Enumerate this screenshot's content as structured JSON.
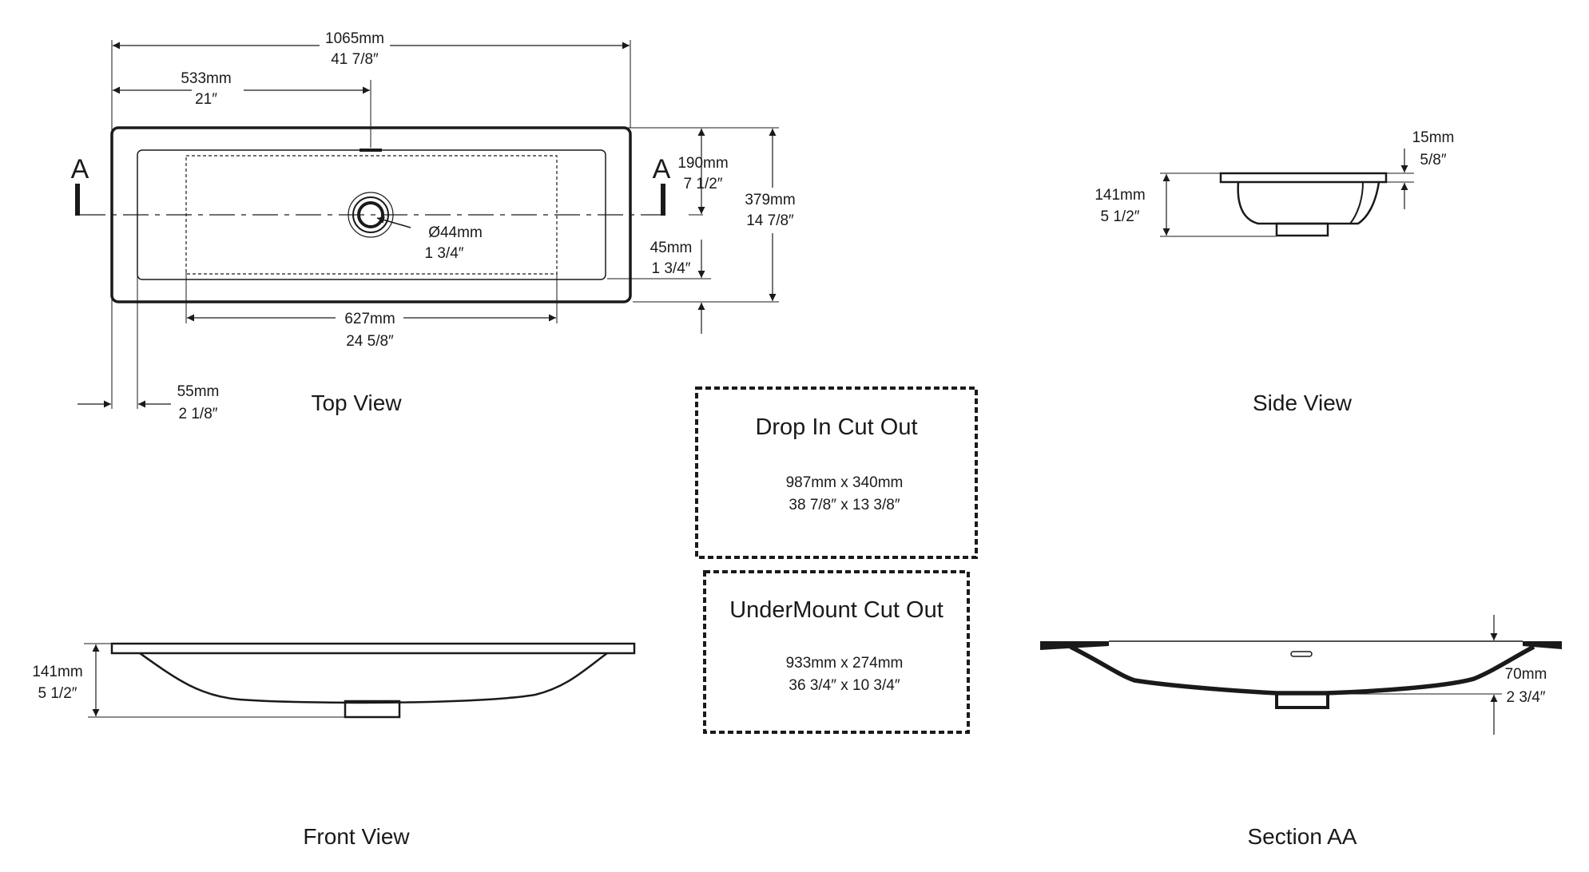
{
  "views": {
    "top": "Top View",
    "side": "Side View",
    "front": "Front View",
    "section": "Section AA"
  },
  "section_marker": "A",
  "top_view": {
    "overall_width": {
      "mm": "1065mm",
      "inch": "41 7/8″"
    },
    "waste_offset": {
      "mm": "533mm",
      "inch": "21″"
    },
    "bowl_depth": {
      "mm": "190mm",
      "inch": "7 1/2″"
    },
    "overall_depth": {
      "mm": "379mm",
      "inch": "14 7/8″"
    },
    "waste_diameter": {
      "mm": "Ø44mm",
      "inch": "1 3/4″"
    },
    "front_rim": {
      "mm": "45mm",
      "inch": "1 3/4″"
    },
    "bowl_width": {
      "mm": "627mm",
      "inch": "24 5/8″"
    },
    "side_rim": {
      "mm": "55mm",
      "inch": "2 1/8″"
    }
  },
  "side_view": {
    "rim_thickness": {
      "mm": "15mm",
      "inch": "5/8″"
    },
    "height": {
      "mm": "141mm",
      "inch": "5 1/2″"
    }
  },
  "front_view": {
    "height": {
      "mm": "141mm",
      "inch": "5 1/2″"
    }
  },
  "section_view": {
    "bowl_depth": {
      "mm": "70mm",
      "inch": "2 3/4″"
    }
  },
  "cutouts": {
    "drop_in": {
      "title": "Drop In Cut Out",
      "metric": "987mm x 340mm",
      "imperial": "38 7/8″ x 13 3/8″"
    },
    "undermount": {
      "title": "UnderMount Cut Out",
      "metric": "933mm x 274mm",
      "imperial": "36 3/4″ x 10 3/4″"
    }
  }
}
